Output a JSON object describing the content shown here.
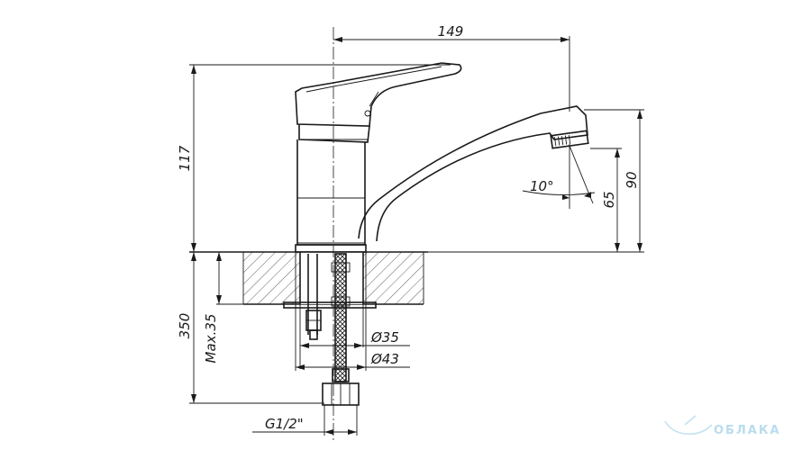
{
  "dimensions": {
    "spout_reach": "149",
    "total_height": "117",
    "spout_height": "90",
    "aerator_height": "65",
    "spout_angle": "10°",
    "hose_length": "350",
    "max_mount": "Max.35",
    "hole_diameter": "Ø35",
    "body_diameter": "Ø43",
    "thread": "G1/2\""
  },
  "watermark": {
    "text": "ОБЛАКА"
  }
}
